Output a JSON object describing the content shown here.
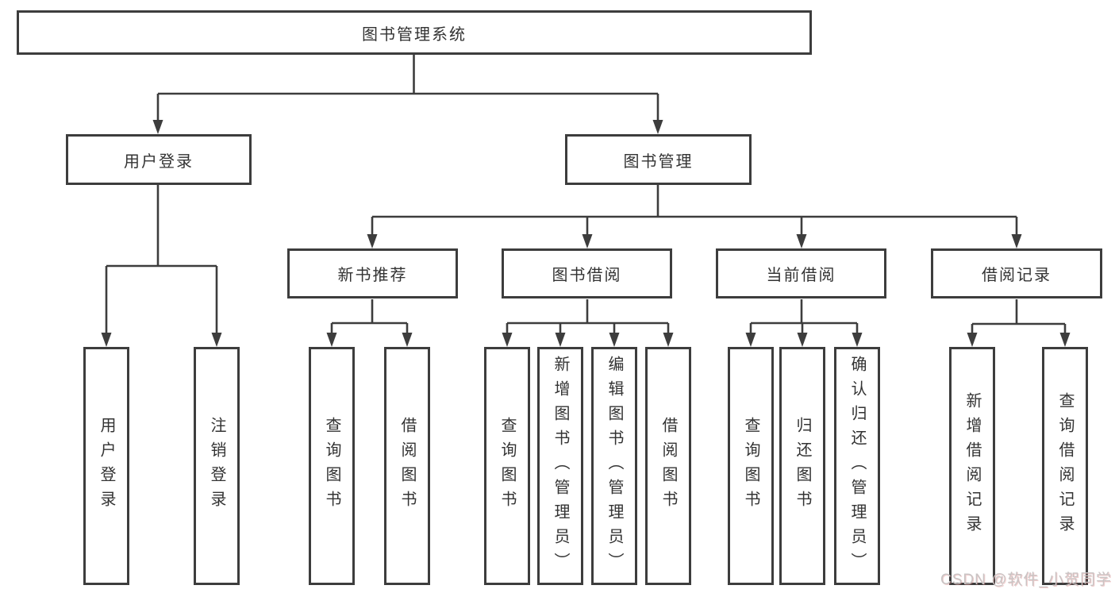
{
  "tree": {
    "root": "图书管理系统",
    "user": {
      "label": "用户登录",
      "children": [
        "用户登录",
        "注销登录"
      ]
    },
    "mgmt": {
      "label": "图书管理",
      "sections": [
        {
          "label": "新书推荐",
          "children": [
            "查询图书",
            "借阅图书"
          ]
        },
        {
          "label": "图书借阅",
          "children": [
            "查询图书",
            "新增图书（管理员）",
            "编辑图书（管理员）",
            "借阅图书"
          ]
        },
        {
          "label": "当前借阅",
          "children": [
            "查询图书",
            "归还图书",
            "确认归还（管理员）"
          ]
        },
        {
          "label": "借阅记录",
          "children": [
            "新增借阅记录",
            "查询借阅记录"
          ]
        }
      ]
    }
  },
  "watermark": {
    "text": "CSDN @软件_小贺同学"
  },
  "colors": {
    "line": "#3d3d3d",
    "text": "#333333",
    "background": "#ffffff",
    "watermark": "#c9c4c4"
  }
}
